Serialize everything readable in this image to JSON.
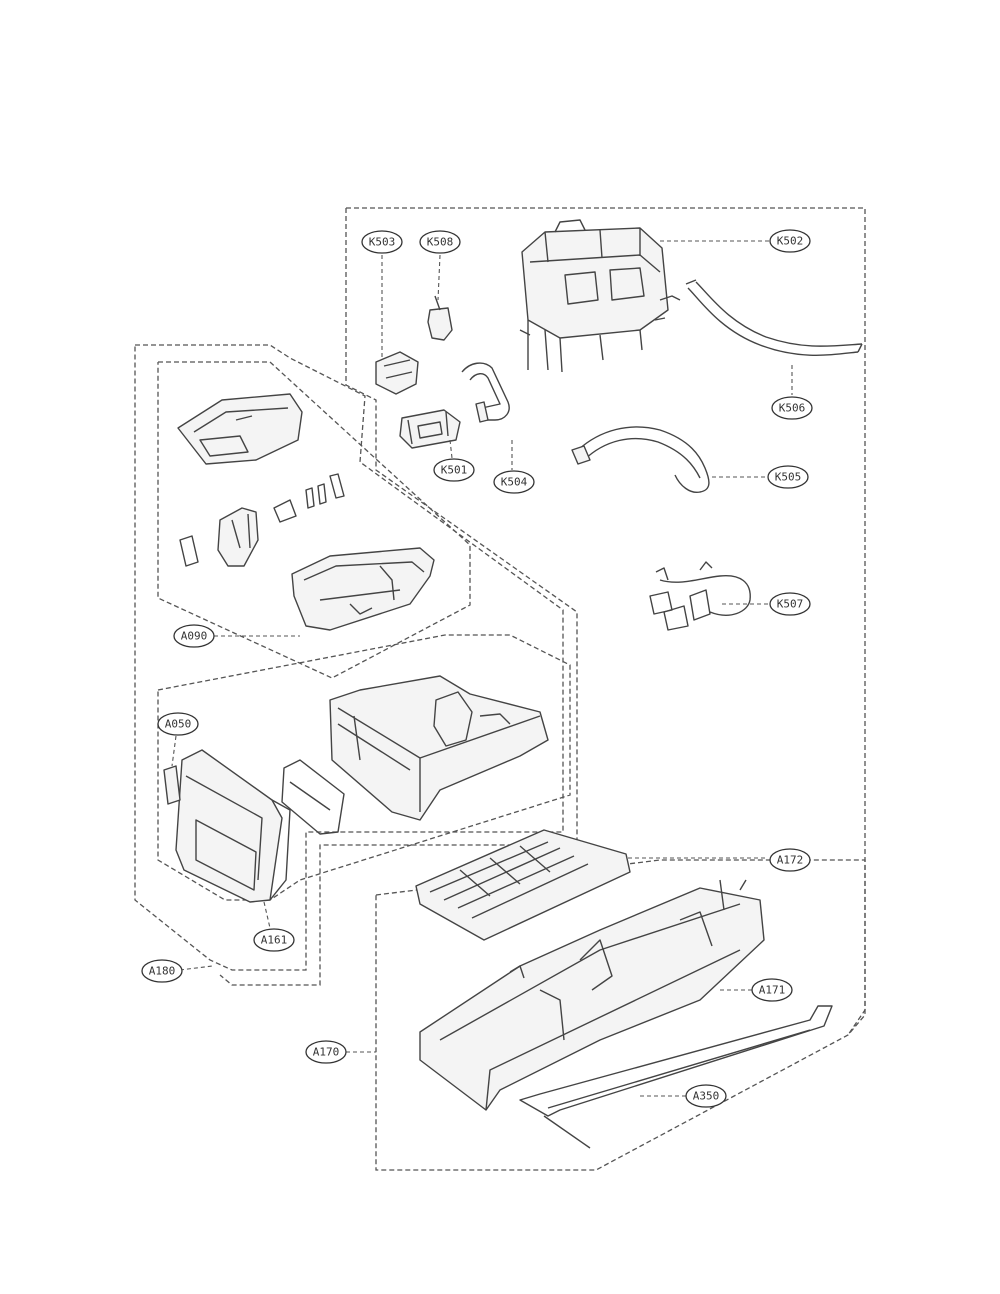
{
  "callouts": {
    "K503": "K503",
    "K508": "K508",
    "K502": "K502",
    "K506": "K506",
    "K501": "K501",
    "K504": "K504",
    "K505": "K505",
    "K507": "K507",
    "A090": "A090",
    "A050": "A050",
    "A161": "A161",
    "A180": "A180",
    "A172": "A172",
    "A171": "A171",
    "A170": "A170",
    "A350": "A350"
  }
}
